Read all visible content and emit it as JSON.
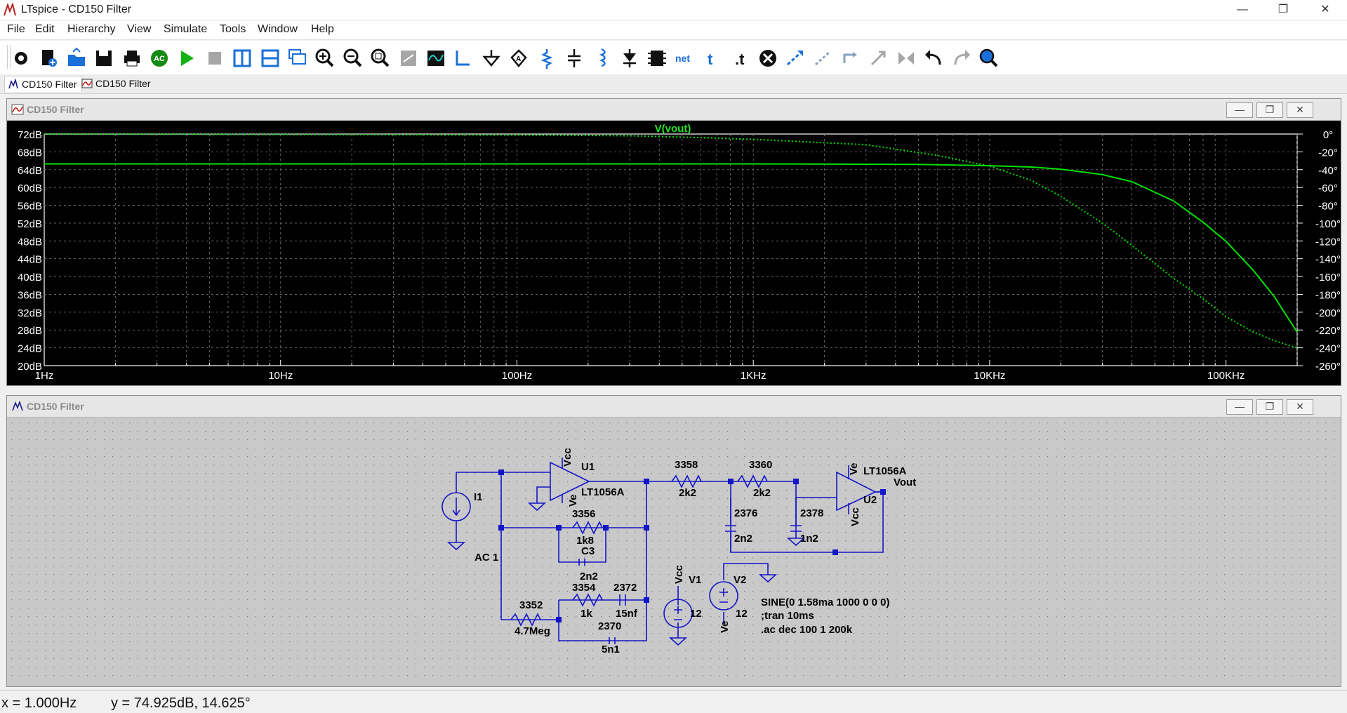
{
  "window": {
    "title": "LTspice - CD150 Filter"
  },
  "menu": [
    "File",
    "Edit",
    "Hierarchy",
    "View",
    "Simulate",
    "Tools",
    "Window",
    "Help"
  ],
  "toolbar": [
    {
      "name": "control-panel-icon"
    },
    {
      "name": "new-schematic-icon"
    },
    {
      "name": "open-icon"
    },
    {
      "name": "save-icon"
    },
    {
      "name": "print-icon"
    },
    {
      "name": "ac-analysis-icon"
    },
    {
      "name": "run-icon"
    },
    {
      "name": "halt-icon"
    },
    {
      "name": "tile-vertical-icon"
    },
    {
      "name": "tile-horizontal-icon"
    },
    {
      "name": "cascade-icon"
    },
    {
      "name": "zoom-in-icon"
    },
    {
      "name": "zoom-out-icon"
    },
    {
      "name": "zoom-fit-icon"
    },
    {
      "name": "autorange-icon"
    },
    {
      "name": "waveform-icon"
    },
    {
      "name": "wire-icon"
    },
    {
      "name": "ground-icon"
    },
    {
      "name": "label-net-icon"
    },
    {
      "name": "resistor-icon"
    },
    {
      "name": "capacitor-icon"
    },
    {
      "name": "inductor-icon"
    },
    {
      "name": "diode-icon"
    },
    {
      "name": "component-icon"
    },
    {
      "name": "net-label-icon"
    },
    {
      "name": "text-icon"
    },
    {
      "name": "spice-directive-icon"
    },
    {
      "name": "delete-icon"
    },
    {
      "name": "move-icon"
    },
    {
      "name": "drag-icon"
    },
    {
      "name": "rotate-icon"
    },
    {
      "name": "mirror-icon"
    },
    {
      "name": "mirror-alt-icon"
    },
    {
      "name": "undo-icon"
    },
    {
      "name": "redo-icon"
    },
    {
      "name": "find-icon"
    }
  ],
  "tabs": [
    {
      "label": "CD150 Filter",
      "kind": "schematic"
    },
    {
      "label": "CD150 Filter",
      "kind": "waveform"
    }
  ],
  "plot_window": {
    "title": "CD150 Filter"
  },
  "schematic_window": {
    "title": "CD150 Filter"
  },
  "chart_data": {
    "type": "line",
    "title": "V(vout)",
    "x_scale": "log",
    "xlim": [
      1,
      200000
    ],
    "x_ticks": [
      "1Hz",
      "10Hz",
      "100Hz",
      "1KHz",
      "10KHz",
      "100KHz"
    ],
    "ylim_left": [
      20,
      72
    ],
    "y_ticks_left": [
      "72dB",
      "68dB",
      "64dB",
      "60dB",
      "56dB",
      "52dB",
      "48dB",
      "44dB",
      "40dB",
      "36dB",
      "32dB",
      "28dB",
      "24dB",
      "20dB"
    ],
    "ylim_right": [
      -260,
      0
    ],
    "y_ticks_right": [
      "0°",
      "-20°",
      "-40°",
      "-60°",
      "-80°",
      "-100°",
      "-120°",
      "-140°",
      "-160°",
      "-180°",
      "-200°",
      "-220°",
      "-240°",
      "-260°"
    ],
    "grid": true,
    "series": [
      {
        "name": "V(vout)",
        "style": "solid",
        "axis": "left",
        "color": "#00e000",
        "x": [
          1,
          1000,
          5000,
          10000,
          15000,
          20000,
          30000,
          40000,
          60000,
          80000,
          100000,
          130000,
          160000,
          200000
        ],
        "y": [
          65.3,
          65.3,
          65.2,
          64.9,
          64.6,
          64.1,
          62.9,
          61.3,
          57.0,
          52.2,
          47.9,
          41.5,
          35.5,
          27.5
        ]
      },
      {
        "name": "V(vout)",
        "style": "dotted",
        "axis": "right",
        "color": "#00e000",
        "x": [
          1,
          100,
          300,
          600,
          1000,
          3000,
          6000,
          10000,
          15000,
          20000,
          30000,
          40000,
          60000,
          80000,
          100000,
          130000,
          160000,
          200000
        ],
        "y": [
          0,
          -1,
          -2,
          -4,
          -6,
          -12,
          -24,
          -36,
          -52,
          -70,
          -100,
          -125,
          -162,
          -185,
          -205,
          -222,
          -232,
          -240
        ]
      }
    ]
  },
  "schematic": {
    "labels": {
      "u1_name": "U1",
      "u1_model": "LT1056A",
      "u1_supply_top": "Vcc",
      "u1_supply_bot": "Ve",
      "u2_name": "U2",
      "u2_model": "LT1056A",
      "u2_supply_top": "Ve",
      "u2_supply_bot": "Vcc",
      "out": "Vout",
      "r3358": "3358",
      "r3358_v": "2k2",
      "r3360": "3360",
      "r3360_v": "2k2",
      "c2376": "2376",
      "c2376_v": "2n2",
      "c2378": "2378",
      "c2378_v": "1n2",
      "i1": "I1",
      "i1_v": "AC 1",
      "r3356": "3356",
      "r3356_v": "1k8",
      "c3": "C3",
      "c3_v": "2n2",
      "r3354": "3354",
      "r3354_v": "1k",
      "c2372": "2372",
      "c2372_v": "15nf",
      "r3352": "3352",
      "r3352_v": "4.7Meg",
      "c2370": "2370",
      "c2370_v": "5n1",
      "v1": "V1",
      "v1_v": "12",
      "v1_net": "Vcc",
      "v2": "V2",
      "v2_v": "12",
      "v2_net": "Ve",
      "d1": "SINE(0 1.58ma 1000 0 0 0)",
      "d2": ";tran 10ms",
      "d3": ".ac dec 100 1 200k"
    }
  },
  "status": {
    "x": "x = 1.000Hz",
    "y": "y = 74.925dB, 14.625°"
  }
}
